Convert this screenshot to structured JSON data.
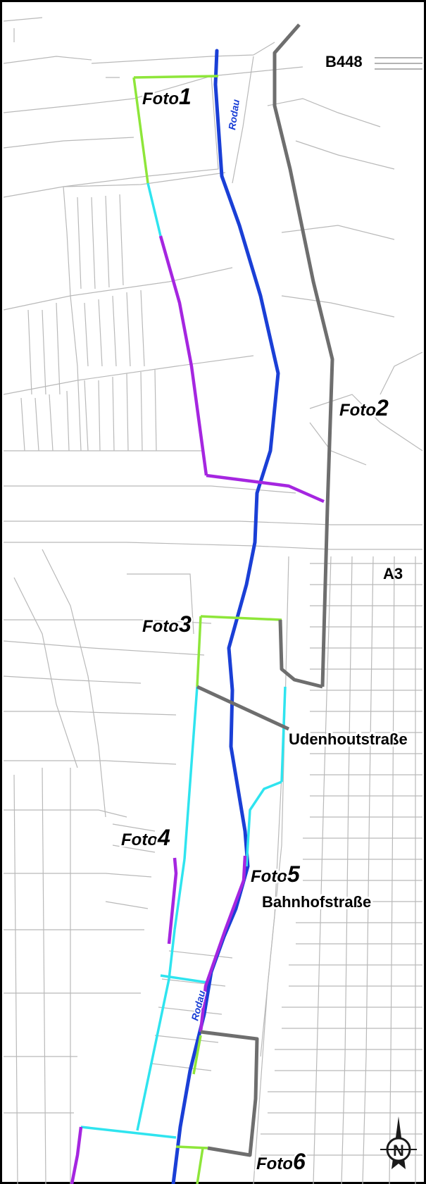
{
  "roads": {
    "b448": "B448",
    "a3": "A3",
    "udenhoutstrasse": "Udenhoutstraße",
    "bahnhofstrasse": "Bahnhofstraße"
  },
  "river": {
    "name_top": "Rodau",
    "name_bottom": "Rodau"
  },
  "photo_points": [
    {
      "prefix": "Foto",
      "number": "1"
    },
    {
      "prefix": "Foto",
      "number": "2"
    },
    {
      "prefix": "Foto",
      "number": "3"
    },
    {
      "prefix": "Foto",
      "number": "4"
    },
    {
      "prefix": "Foto",
      "number": "5"
    },
    {
      "prefix": "Foto",
      "number": "6"
    }
  ],
  "north_arrow": {
    "letter": "N"
  },
  "colors": {
    "river": "#1a3fd6",
    "green_route": "#8ee63a",
    "cyan_route": "#2fe4ef",
    "magenta_route": "#a526e0",
    "gray_route": "#6e6e6e",
    "base_lines": "#b9b9b9"
  }
}
